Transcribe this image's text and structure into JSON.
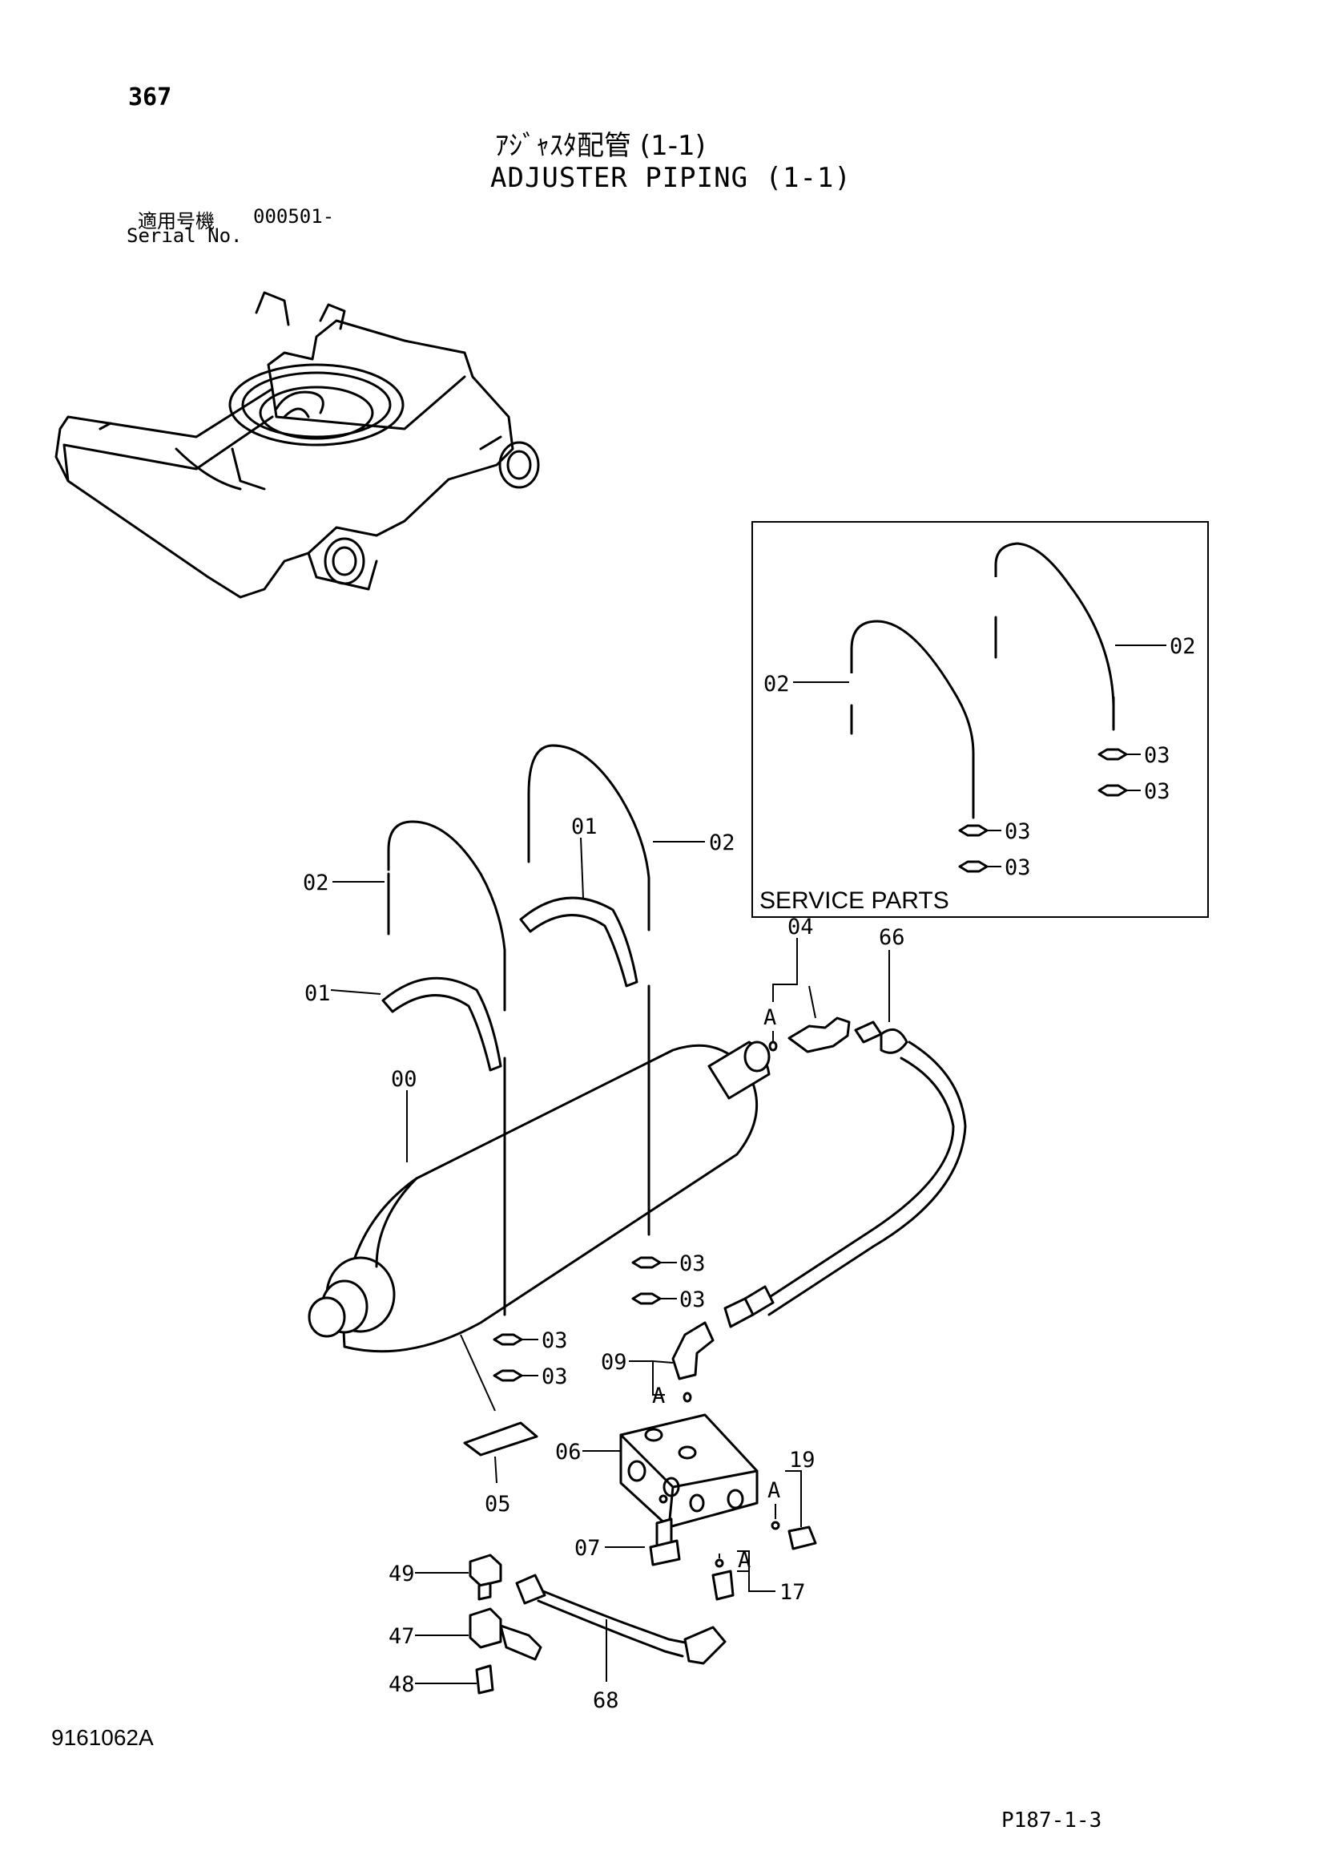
{
  "header": {
    "page_number": "367",
    "title_jp": "ｱｼﾞｬｽﾀ配管 (1-1)",
    "title_en": "ADJUSTER PIPING (1-1)",
    "serial_label_jp": "適用号機",
    "serial_value": "000501-",
    "serial_label_en": "Serial No."
  },
  "inset": {
    "title": "SERVICE PARTS"
  },
  "callouts": {
    "p00": "00",
    "p01": "01",
    "p02": "02",
    "p03": "03",
    "p04": "04",
    "p05": "05",
    "p06": "06",
    "p07": "07",
    "p09": "09",
    "p17": "17",
    "p19": "19",
    "p47": "47",
    "p48": "48",
    "p49": "49",
    "p66": "66",
    "p68": "68",
    "seal_ref": "A"
  },
  "footer": {
    "drawing_number": "9161062A",
    "page_ref": "P187-1-3"
  }
}
